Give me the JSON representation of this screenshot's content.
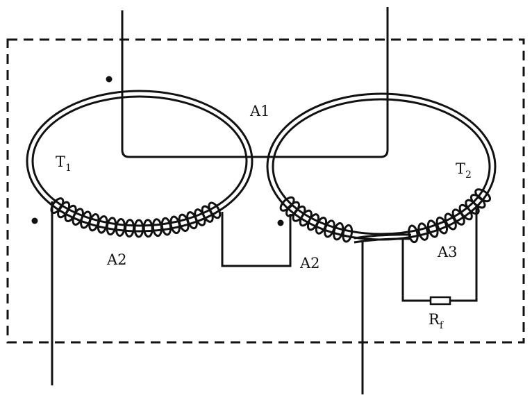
{
  "labels": {
    "a1": "A1",
    "t1_main": "T",
    "t1_sub": "1",
    "t2_main": "T",
    "t2_sub": "2",
    "a2_left": "A2",
    "a2_right": "A2",
    "a3": "A3",
    "rf_main": "R",
    "rf_sub": "f"
  },
  "colors": {
    "ink": "#111111",
    "background": "#ffffff"
  }
}
